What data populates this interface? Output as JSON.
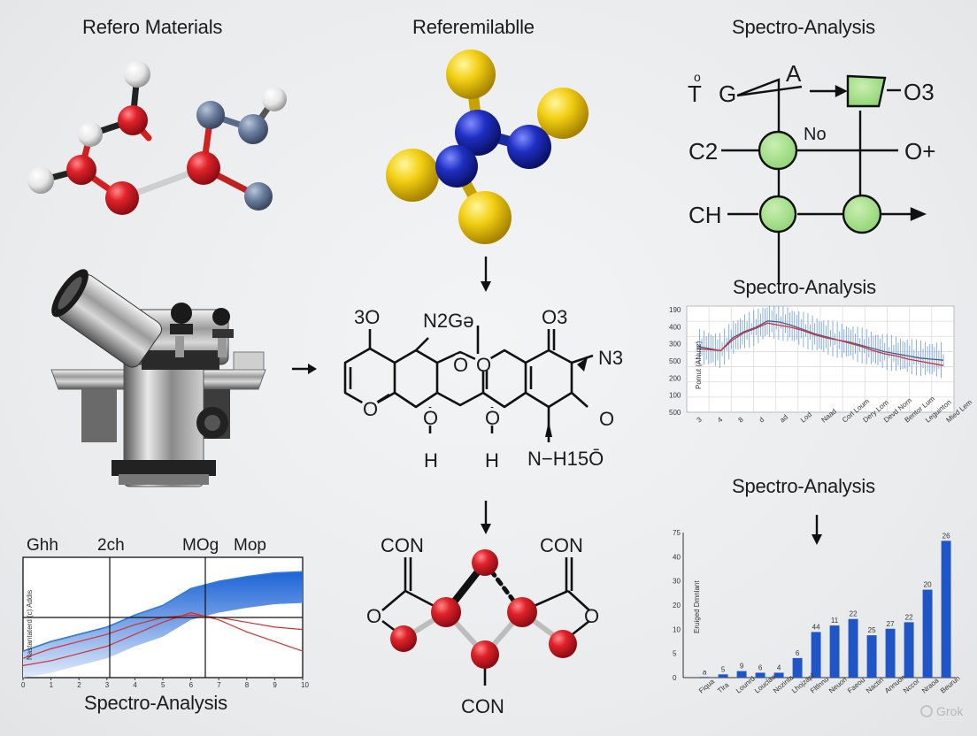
{
  "headings": {
    "top_left": "Refero Materials",
    "top_center": "Referemilablle",
    "top_right": "Spectro-Analysis",
    "mid_right": "Spectro-Analysis",
    "lower_right": "Spectro-Analysis",
    "bottom_left": "Spectro-Analysis"
  },
  "flow_diagram": {
    "labels": [
      "T",
      "o",
      "G",
      "A",
      "O3",
      "No",
      "C2",
      "O+",
      "CH"
    ]
  },
  "structure_labels": {
    "o3_left": "3O",
    "n2g": "N2Gə",
    "o3_right": "O3",
    "n3": "N3",
    "h1": "H",
    "h2": "H",
    "nh": "N−H15Ō",
    "con_tl": "CON",
    "con_tr": "CON",
    "con_b": "CON"
  },
  "watermark": "Grok",
  "chart_data": [
    {
      "type": "line",
      "title": "",
      "header_labels": [
        "Ghh",
        "2ch",
        "MOg",
        "Mop"
      ],
      "ylabel": "Nastantaterd (c) Addis",
      "x_ticks": [
        "0",
        "1",
        "2",
        "3",
        "4",
        "5",
        "6",
        "7",
        "8",
        "9",
        "10"
      ],
      "xlim": [
        0,
        10
      ],
      "ylim": [
        0,
        100
      ],
      "grid": false,
      "series": [
        {
          "name": "",
          "kind": "area",
          "color": "#2f7bd8",
          "x": [
            0,
            1,
            2,
            3,
            4,
            5,
            6,
            7,
            8,
            9,
            10
          ],
          "y": [
            22,
            30,
            36,
            42,
            52,
            60,
            74,
            80,
            84,
            87,
            88
          ]
        },
        {
          "name": "",
          "kind": "line",
          "color": "#d43030",
          "x": [
            0,
            1,
            2,
            3,
            4,
            5,
            6,
            7,
            8,
            9,
            10
          ],
          "y": [
            16,
            24,
            30,
            36,
            44,
            50,
            52,
            50,
            46,
            42,
            40
          ]
        },
        {
          "name": "",
          "kind": "line",
          "color": "#d43030",
          "x": [
            0,
            1,
            2,
            3,
            4,
            5,
            6,
            7,
            8,
            9,
            10
          ],
          "y": [
            10,
            14,
            20,
            26,
            36,
            46,
            54,
            48,
            38,
            30,
            22
          ]
        }
      ]
    },
    {
      "type": "line",
      "title": "",
      "ylabel": "Pomut (ANuzz)",
      "y_ticks": [
        "190",
        "400",
        "300",
        "500",
        "200",
        "100",
        "500"
      ],
      "x_ticks": [
        "3",
        "4",
        "8",
        "d",
        "ad",
        "Lod",
        "Naad",
        "Corl Loum",
        "Dery Lom",
        "Devd Norn",
        "Bentor Lum",
        "Leguinton",
        "Mied Lem"
      ],
      "grid": true,
      "series": [
        {
          "name": "",
          "color": "#4a5a8a",
          "y": [
            0.62,
            0.6,
            0.58,
            0.7,
            0.76,
            0.8,
            0.86,
            0.85,
            0.82,
            0.78,
            0.74,
            0.71,
            0.68,
            0.66,
            0.63,
            0.6,
            0.57,
            0.55,
            0.53,
            0.51,
            0.5,
            0.49
          ]
        },
        {
          "name": "",
          "color": "#d43030",
          "y": [
            0.6,
            0.59,
            0.58,
            0.68,
            0.75,
            0.79,
            0.84,
            0.82,
            0.8,
            0.77,
            0.73,
            0.7,
            0.68,
            0.65,
            0.62,
            0.58,
            0.55,
            0.53,
            0.5,
            0.48,
            0.46,
            0.44
          ]
        }
      ]
    },
    {
      "type": "bar",
      "title": "",
      "ylabel": "Eruiged Dmnlant",
      "y_ticks": [
        "75",
        "40",
        "30",
        "20",
        "10",
        "5",
        "0"
      ],
      "categories": [
        "Fiqua",
        "Tlra",
        "Lounrd",
        "Louclae",
        "Nozinla",
        "Lhojzapl",
        "Fltlnnu",
        "Neuon",
        "Faeou",
        "Nactin",
        "Annuon",
        "Nccor",
        "Nraoa",
        "Beurun"
      ],
      "values": [
        0.2,
        1,
        2,
        1.5,
        1.5,
        6,
        14,
        16,
        18,
        13,
        15,
        17,
        27,
        42
      ],
      "data_labels": [
        "a",
        "5",
        "9",
        "6",
        "4",
        "6",
        "44",
        "11",
        "22",
        "25",
        "27",
        "22",
        "20",
        "26"
      ],
      "color": "#1f55c7"
    }
  ]
}
